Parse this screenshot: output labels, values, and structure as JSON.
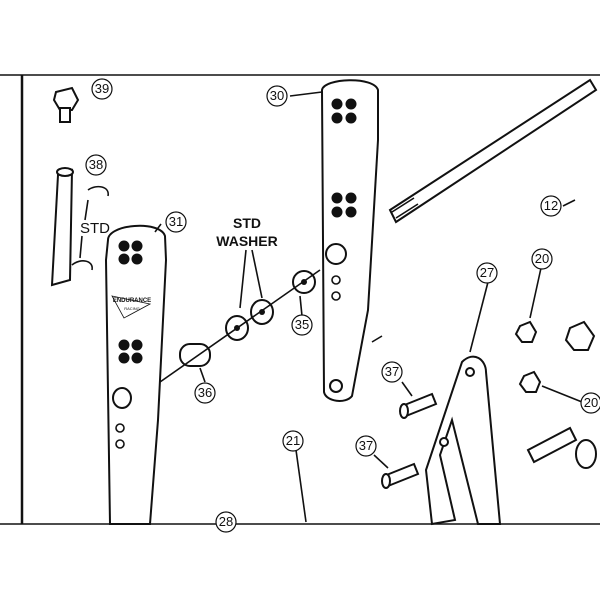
{
  "callouts": {
    "c39": "39",
    "c38": "38",
    "c31": "31",
    "c30": "30",
    "c12": "12",
    "c27": "27",
    "c20a": "20",
    "c20b": "20",
    "c35": "35",
    "c36": "36",
    "c37a": "37",
    "c37b": "37",
    "c21": "21",
    "c28": "28"
  },
  "labels": {
    "std_left": "STD",
    "std_washer_line1": "STD",
    "std_washer_line2": "WASHER",
    "brand_mark": "ENDURANCE",
    "brand_sub": "RACING"
  },
  "colors": {
    "ink": "#111111",
    "background": "#ffffff"
  }
}
